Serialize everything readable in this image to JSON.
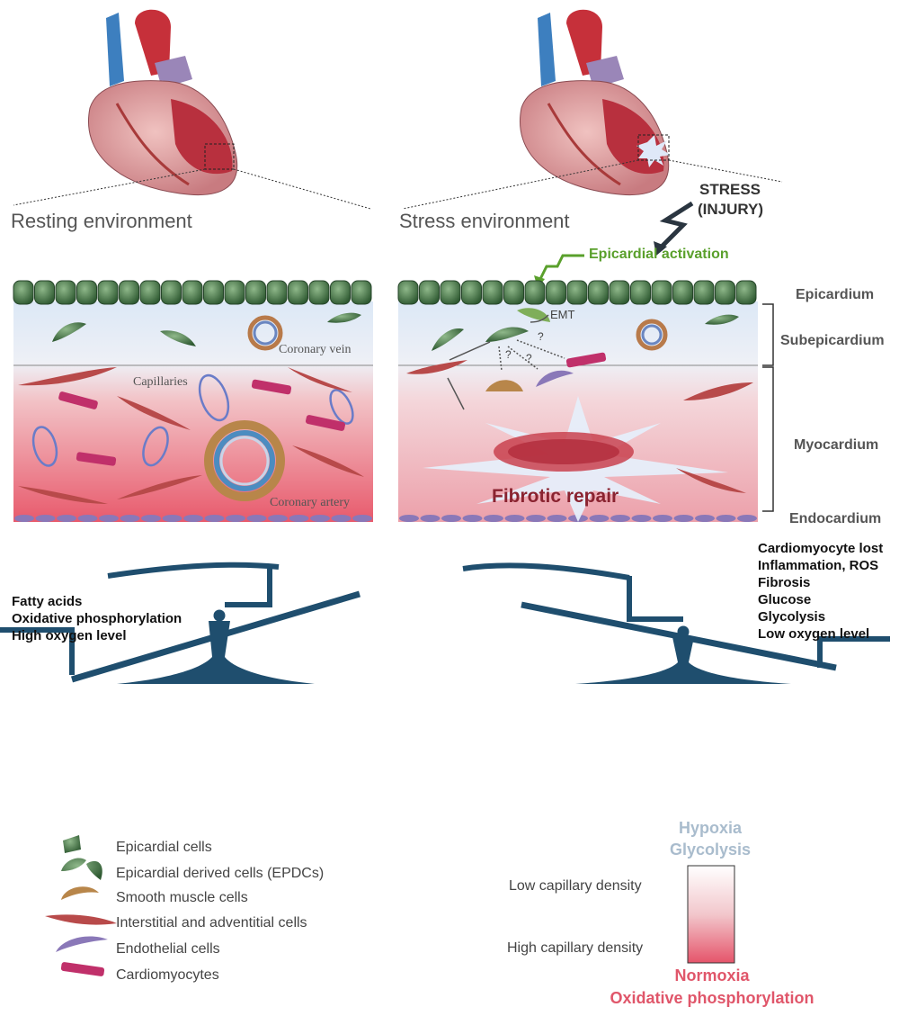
{
  "headers": {
    "resting": "Resting environment",
    "stress": "Stress environment"
  },
  "stress_label": {
    "line1": "STRESS",
    "line2": "(INJURY)"
  },
  "epicardial_activation": "Epicardial activation",
  "emt": "EMT",
  "question_mark": "?",
  "fibrotic_repair": "Fibrotic repair",
  "panel_labels": {
    "coronary_vein": "Coronary vein",
    "capillaries": "Capillaries",
    "coronary_artery": "Coronary artery"
  },
  "layers": [
    "Epicardium",
    "Subepicardium",
    "Myocardium",
    "Endocardium"
  ],
  "left_scale_items": [
    "Fatty acids",
    "Oxidative phosphorylation",
    "High oxygen level"
  ],
  "right_scale_items": [
    "Cardiomyocyte lost",
    "Inflammation, ROS",
    "Fibrosis",
    "Glucose",
    "Glycolysis",
    "Low oxygen level"
  ],
  "legend": [
    "Epicardial cells",
    "Epicardial derived cells (EPDCs)",
    "Smooth muscle cells",
    "Interstitial and adventitial cells",
    "Endothelial cells",
    "Cardiomyocytes"
  ],
  "gradient_scale": {
    "top_title1": "Hypoxia",
    "top_title2": "Glycolysis",
    "low_label": "Low capillary density",
    "high_label": "High capillary density",
    "bottom_title1": "Normoxia",
    "bottom_title2": "Oxidative phosphorylation"
  },
  "colors": {
    "epicardium": "#3f6e3f",
    "scale": "#1f4e6e",
    "activation_green": "#5aa02c",
    "fibrotic": "#8a2330",
    "hypoxia": "#a9bccd",
    "normoxia": "#e0566a"
  }
}
